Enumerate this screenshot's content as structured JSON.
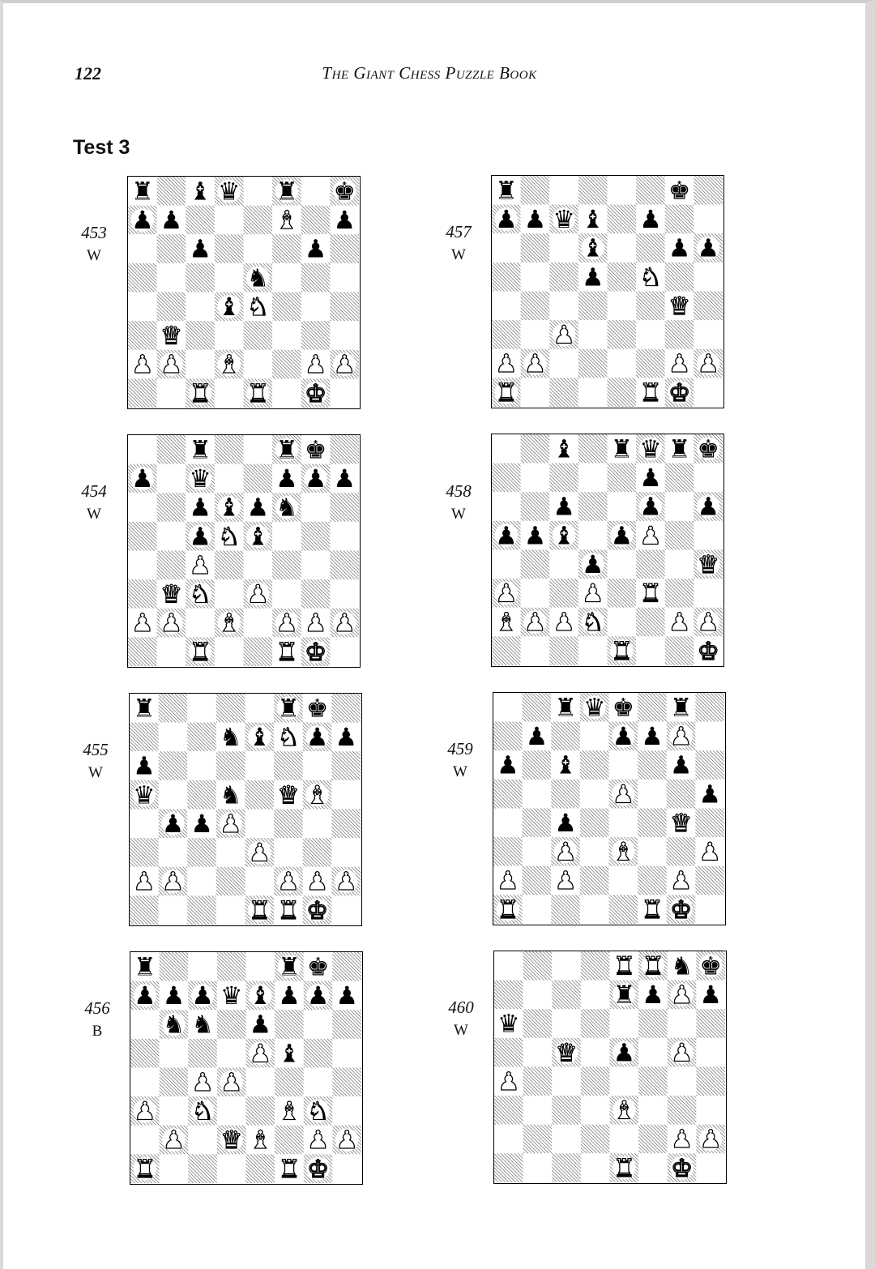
{
  "header": {
    "page_number": "122",
    "book_title": "The Giant Chess Puzzle Book"
  },
  "section": {
    "title": "Test 3"
  },
  "puzzles": [
    {
      "number": "453",
      "to_move": "W",
      "position": [
        "r.bq.r.k",
        "pp...B.p",
        "..p...p.",
        "....n...",
        "...bN...",
        ".Q......",
        "PP.B..PP",
        "..R.R.K."
      ]
    },
    {
      "number": "454",
      "to_move": "W",
      "position": [
        "..r..rk.",
        "p.q..ppp",
        "..pbpn..",
        "..pNb...",
        "..P.....",
        ".QN.P...",
        "PP.B.PPP",
        "..R..RK."
      ]
    },
    {
      "number": "455",
      "to_move": "W",
      "position": [
        "r....rk.",
        "...nbNpp",
        "p.......",
        "q..n.QB.",
        ".ppP....",
        "....P...",
        "PP...PPP",
        "....RRK."
      ]
    },
    {
      "number": "456",
      "to_move": "B",
      "position": [
        "r....rk.",
        "pppqbppp",
        ".nn.p...",
        "....Pb..",
        "..PP....",
        "P.N..BN.",
        ".P.QB.PP",
        "R....RK."
      ]
    },
    {
      "number": "457",
      "to_move": "W",
      "position": [
        "r.....k.",
        "ppqb.p..",
        "...b..pp",
        "...p.N..",
        "......Q.",
        "..P.....",
        "PP....PP",
        "R....RK."
      ]
    },
    {
      "number": "458",
      "to_move": "W",
      "position": [
        "..b.rqrk",
        ".....p..",
        "..p..p.p",
        "ppb.pP..",
        "...p...Q",
        "P..P.R..",
        "BPPN..PP",
        "....R..K"
      ]
    },
    {
      "number": "459",
      "to_move": "W",
      "position": [
        "..rqk.r.",
        ".p..ppP.",
        "p.b...p.",
        "....P..p",
        "..p...Q.",
        "..P.B..P",
        "P.P...P.",
        "R....RK."
      ]
    },
    {
      "number": "460",
      "to_move": "W",
      "position": [
        "....RRnk",
        "....rpPp",
        "q.......",
        "..Q.p.P.",
        "P.......",
        "....B...",
        "......PP",
        "....R.K."
      ]
    }
  ]
}
